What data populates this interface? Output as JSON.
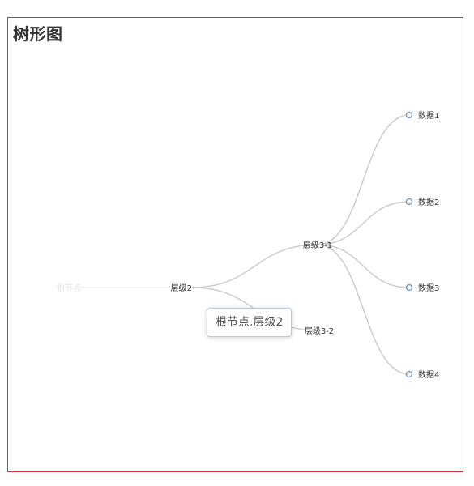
{
  "title": "树形图",
  "tree": {
    "nodes": [
      {
        "id": "root",
        "label": "根节点",
        "faded": true
      },
      {
        "id": "l2",
        "label": "层级2"
      },
      {
        "id": "l31",
        "label": "层级3-1"
      },
      {
        "id": "l32",
        "label": "层级3-2"
      },
      {
        "id": "d1",
        "label": "数据1",
        "leaf": true
      },
      {
        "id": "d2",
        "label": "数据2",
        "leaf": true
      },
      {
        "id": "d3",
        "label": "数据3",
        "leaf": true
      },
      {
        "id": "d4",
        "label": "数据4",
        "leaf": true
      }
    ],
    "edges": [
      {
        "from": "root",
        "to": "l2"
      },
      {
        "from": "l2",
        "to": "l31"
      },
      {
        "from": "l2",
        "to": "l32"
      },
      {
        "from": "l31",
        "to": "d1"
      },
      {
        "from": "l31",
        "to": "d2"
      },
      {
        "from": "l31",
        "to": "d3"
      },
      {
        "from": "l31",
        "to": "d4"
      }
    ]
  },
  "tooltip": {
    "text": "根节点.层级2"
  },
  "colors": {
    "border": "#c9353d",
    "edge": "#cccccc",
    "leaf_stroke": "#7f9dc4",
    "text": "#333333"
  }
}
